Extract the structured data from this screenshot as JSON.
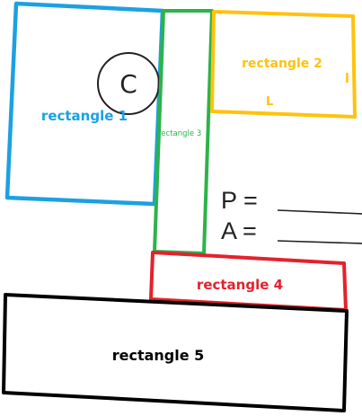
{
  "colors": {
    "rect1": "#1ba1e2",
    "rect2": "#ffc20e",
    "rect3": "#2db34a",
    "rect4": "#e3222d",
    "rect5": "#000000",
    "ink": "#222222"
  },
  "labels": {
    "rect1": "rectangle 1",
    "rect2": "rectangle 2",
    "rect3": "rectangle 3",
    "rect4": "rectangle 4",
    "rect5": "rectangle 5",
    "circle": "C",
    "rect2_side_l": "l",
    "rect2_side_L": "L"
  },
  "formulas": {
    "perimeter": "P =",
    "area": "A ="
  }
}
